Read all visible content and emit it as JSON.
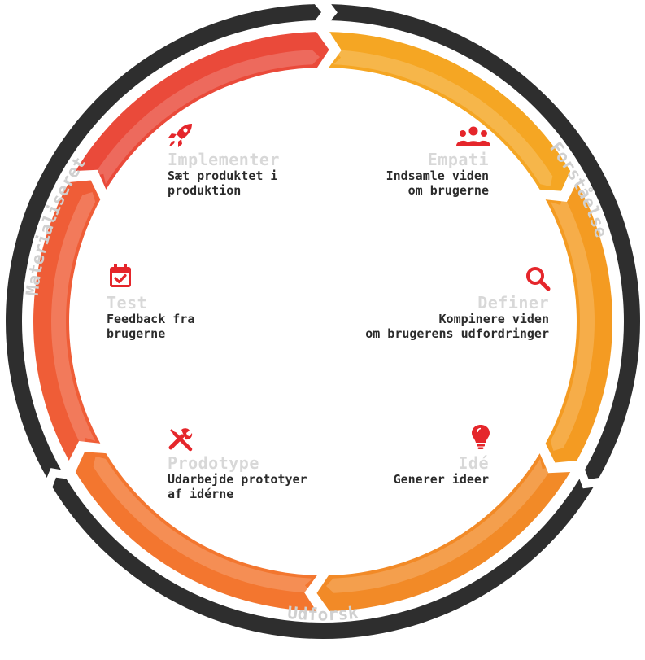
{
  "outer_labels": {
    "top_right": "Forståelse",
    "bottom": "Udforsk",
    "top_left": "Materialiseret"
  },
  "stages": {
    "empati": {
      "title": "Empati",
      "desc": "Indsamle viden\nom brugerne",
      "icon": "users-icon"
    },
    "definer": {
      "title": "Definer",
      "desc": "Kompinere viden\nom brugerens udfordringer",
      "icon": "search-icon"
    },
    "ide": {
      "title": "Idé",
      "desc": "Generer ideer",
      "icon": "lightbulb-icon"
    },
    "prodotype": {
      "title": "Prodotype",
      "desc": "Udarbejde prototyer\naf idérne",
      "icon": "tools-icon"
    },
    "test": {
      "title": "Test",
      "desc": "Feedback fra\nbrugerne",
      "icon": "calendar-check-icon"
    },
    "implementer": {
      "title": "Implementer",
      "desc": "Sæt produktet i\nproduktion",
      "icon": "rocket-icon"
    }
  },
  "colors": {
    "outer_ring": "#2e2e2e",
    "outer_label": "#d0d0d0",
    "icon": "#e5262b",
    "segments": [
      "#f5a623",
      "#f49b22",
      "#f28a27",
      "#f3762f",
      "#ef5d37",
      "#ea4a3a"
    ]
  }
}
